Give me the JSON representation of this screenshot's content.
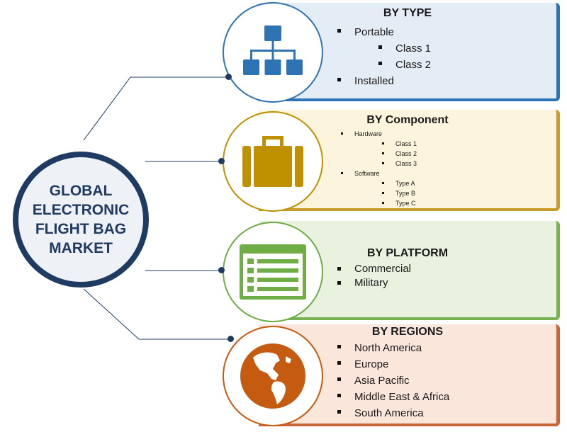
{
  "center": {
    "title_lines": [
      "GLOBAL",
      "ELECTRONIC",
      "FLIGHT BAG",
      "MARKET"
    ]
  },
  "segments": [
    {
      "title": "BY TYPE",
      "icon": "hierarchy-icon",
      "accent": "#2e74b5",
      "panel_bg": "#e4ecf6",
      "edge": "#2e74b5",
      "items": [
        {
          "label": "Portable",
          "level": 1
        },
        {
          "label": "Class 1",
          "level": 2
        },
        {
          "label": "Class 2",
          "level": 2
        },
        {
          "label": "Installed",
          "level": 1
        }
      ]
    },
    {
      "title": "BY Component",
      "icon": "suitcase-icon",
      "accent": "#bf9000",
      "panel_bg": "#fdf4dd",
      "edge": "#c89b2b",
      "items": [
        {
          "label": "Hardware",
          "level": 1
        },
        {
          "label": "Class 1",
          "level": 2
        },
        {
          "label": "Class 2",
          "level": 2
        },
        {
          "label": "Class 3",
          "level": 2
        },
        {
          "label": "Software",
          "level": 1
        },
        {
          "label": "Type A",
          "level": 2
        },
        {
          "label": "Type B",
          "level": 2
        },
        {
          "label": "Type C",
          "level": 2
        }
      ]
    },
    {
      "title": "BY PLATFORM",
      "icon": "list-window-icon",
      "accent": "#70ad47",
      "panel_bg": "#e8f2df",
      "edge": "#78b14f",
      "items": [
        {
          "label": "Commercial",
          "level": 1
        },
        {
          "label": "Military",
          "level": 1
        }
      ]
    },
    {
      "title": "BY REGIONS",
      "icon": "globe-icon",
      "accent": "#c55a11",
      "panel_bg": "#fbe6dc",
      "edge": "#c8663a",
      "items": [
        {
          "label": "North America",
          "level": 1
        },
        {
          "label": "Europe",
          "level": 1
        },
        {
          "label": "Asia Pacific",
          "level": 1
        },
        {
          "label": "Middle East & Africa",
          "level": 1
        },
        {
          "label": "South America",
          "level": 1
        }
      ]
    }
  ]
}
